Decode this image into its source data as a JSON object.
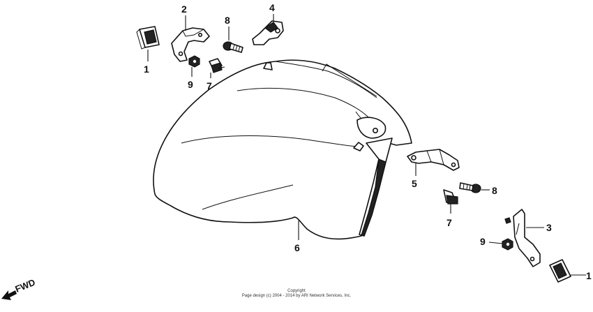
{
  "callouts": {
    "c1a": "1",
    "c2": "2",
    "c8a": "8",
    "c4": "4",
    "c9a": "9",
    "c7a": "7",
    "c6": "6",
    "c5": "5",
    "c8b": "8",
    "c7b": "7",
    "c3": "3",
    "c9b": "9",
    "c1b": "1"
  },
  "fwd_label": "FWD",
  "copyright": {
    "line1": "Copyright",
    "line2": "Page design (c) 2004 - 2014 by ARI Network Services, Inc."
  }
}
